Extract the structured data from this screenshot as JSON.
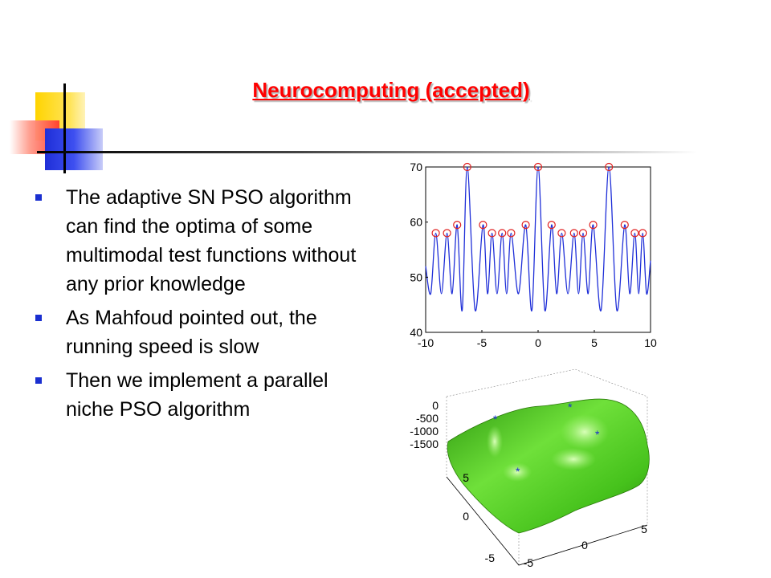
{
  "slide": {
    "title": "Neurocomputing (accepted)",
    "bullets": [
      "The adaptive SN PSO algorithm can find the optima of some multimodal test functions without any prior knowledge",
      "As Mahfoud pointed out, the running speed is slow",
      "Then we implement a parallel niche PSO algorithm"
    ],
    "colors": {
      "title": "#ff0000",
      "bullet": "#1a2fd0",
      "line_plot": "#1f2fd8",
      "markers": "#e02020",
      "surface": "#4fd21c"
    }
  },
  "chart_data": [
    {
      "type": "line",
      "xlim": [
        -10,
        10
      ],
      "ylim": [
        40,
        70
      ],
      "x_ticks": [
        "-10",
        "-5",
        "0",
        "5",
        "10"
      ],
      "y_ticks": [
        "40",
        "50",
        "60",
        "70"
      ],
      "peaks": [
        {
          "x": -9.1,
          "y": 58
        },
        {
          "x": -8.1,
          "y": 58
        },
        {
          "x": -7.2,
          "y": 59.5
        },
        {
          "x": -6.3,
          "y": 70
        },
        {
          "x": -4.9,
          "y": 59.5
        },
        {
          "x": -4.1,
          "y": 58
        },
        {
          "x": -3.2,
          "y": 58
        },
        {
          "x": -2.4,
          "y": 58
        },
        {
          "x": -1.1,
          "y": 59.5
        },
        {
          "x": 0,
          "y": 70
        },
        {
          "x": 1.2,
          "y": 59.5
        },
        {
          "x": 2.1,
          "y": 58
        },
        {
          "x": 3.2,
          "y": 58
        },
        {
          "x": 4.0,
          "y": 58
        },
        {
          "x": 4.9,
          "y": 59.5
        },
        {
          "x": 6.3,
          "y": 70
        },
        {
          "x": 7.7,
          "y": 59.5
        },
        {
          "x": 8.6,
          "y": 58
        },
        {
          "x": 9.3,
          "y": 58
        }
      ],
      "trough": 44,
      "grid": false
    },
    {
      "type": "surface",
      "z_ticks": [
        "0",
        "-500",
        "-1000",
        "-1500"
      ],
      "x_ticks": [
        "-5",
        "0",
        "5"
      ],
      "y_ticks": [
        "5",
        "0",
        "-5"
      ],
      "markers": 4
    }
  ]
}
